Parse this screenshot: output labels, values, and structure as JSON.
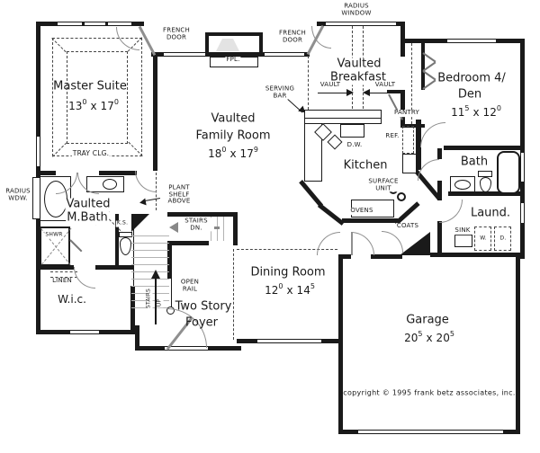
{
  "plan": {
    "dim_x": "x",
    "copyright": "copyright © 1995 frank betz associates, inc."
  },
  "rooms": {
    "master": {
      "name": "Master Suite",
      "ft1": "13",
      "in1": "0",
      "ft2": "17",
      "in2": "0"
    },
    "family": {
      "name1": "Vaulted",
      "name2": "Family Room",
      "ft1": "18",
      "in1": "0",
      "ft2": "17",
      "in2": "9"
    },
    "breakfast": {
      "name1": "Vaulted",
      "name2": "Breakfast"
    },
    "bedroom4": {
      "name1": "Bedroom 4/",
      "name2": "Den",
      "ft1": "11",
      "in1": "5",
      "ft2": "12",
      "in2": "0"
    },
    "kitchen": {
      "name": "Kitchen"
    },
    "bath": {
      "name": "Bath"
    },
    "laundry": {
      "name": "Laund."
    },
    "dining": {
      "name": "Dining Room",
      "ft1": "12",
      "in1": "0",
      "ft2": "14",
      "in2": "5"
    },
    "foyer": {
      "name1": "Two Story",
      "name2": "Foyer"
    },
    "wic": {
      "name": "W.i.c."
    },
    "mbath": {
      "name1": "Vaulted",
      "name2": "M.Bath"
    },
    "garage": {
      "name": "Garage",
      "ft1": "20",
      "in1": "5",
      "ft2": "20",
      "in2": "5"
    }
  },
  "annotations": {
    "tray_clg": "TRAY CLG.",
    "french_door_left": "FRENCH DOOR",
    "french_door_right": "FRENCH DOOR",
    "fpl": "FPL.",
    "radius_window": "RADIUS WINDOW",
    "serving_bar": "SERVING BAR",
    "vault_left": "VAULT",
    "vault_right": "VAULT",
    "pantry": "PANTRY",
    "ref": "REF.",
    "dw": "D.W.",
    "surface_unit": "SURFACE UNIT",
    "ovens": "OVENS",
    "coats": "COATS",
    "sink": "SINK",
    "washer": "W.",
    "dryer": "D.",
    "radius_wdw": "RADIUS WDW.",
    "ks": "K.S.",
    "shwr": "SHWR",
    "linen": "LINEN",
    "plant_shelf": "PLANT SHELF ABOVE",
    "stairs_dn": "STAIRS DN.",
    "open_rail": "OPEN RAIL",
    "stairs": "STAIRS",
    "up": "UP"
  }
}
